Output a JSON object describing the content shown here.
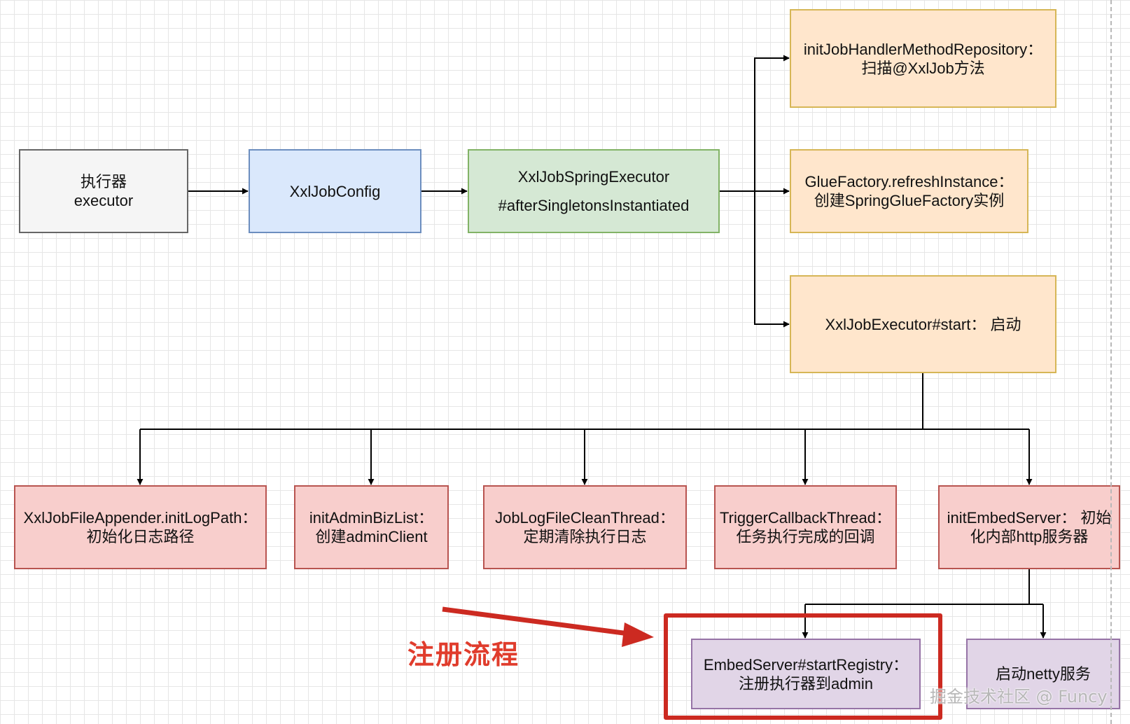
{
  "nodes": {
    "executor": {
      "lines": [
        "执行器",
        "executor"
      ]
    },
    "config": {
      "lines": [
        "XxlJobConfig"
      ]
    },
    "spring_executor": {
      "lines": [
        "XxlJobSpringExecutor",
        "#afterSingletonsInstantiated"
      ]
    },
    "init_handler": {
      "lines": [
        "initJobHandlerMethodRepository：",
        "扫描@XxlJob方法"
      ]
    },
    "glue_factory": {
      "lines": [
        "GlueFactory.refreshInstance：",
        "创建SpringGlueFactory实例"
      ]
    },
    "executor_start": {
      "lines": [
        "XxlJobExecutor#start：  启动"
      ]
    },
    "file_appender": {
      "lines": [
        "XxlJobFileAppender.initLogPath：",
        "初始化日志路径"
      ]
    },
    "admin_biz": {
      "lines": [
        "initAdminBizList：",
        "创建adminClient"
      ]
    },
    "log_clean": {
      "lines": [
        "JobLogFileCleanThread：",
        "定期清除执行日志"
      ]
    },
    "trigger_callback": {
      "lines": [
        "TriggerCallbackThread：",
        "任务执行完成的回调"
      ]
    },
    "embed_server": {
      "lines": [
        "initEmbedServer：  初始",
        "化内部http服务器"
      ]
    },
    "start_registry": {
      "lines": [
        "EmbedServer#startRegistry：",
        "注册执行器到admin"
      ]
    },
    "netty": {
      "lines": [
        "启动netty服务"
      ]
    }
  },
  "annotation": {
    "label": "注册流程",
    "color": "#e03c2c"
  },
  "watermark": "掘金技术社区 @ Funcy",
  "colors": {
    "gray_fill": "#f5f5f5",
    "blue_fill": "#dae8fc",
    "green_fill": "#d5e8d4",
    "orange_fill": "#ffe6cc",
    "red_fill": "#f8cecc",
    "purple_fill": "#e1d5e7",
    "highlight_frame": "#cc2a21"
  }
}
